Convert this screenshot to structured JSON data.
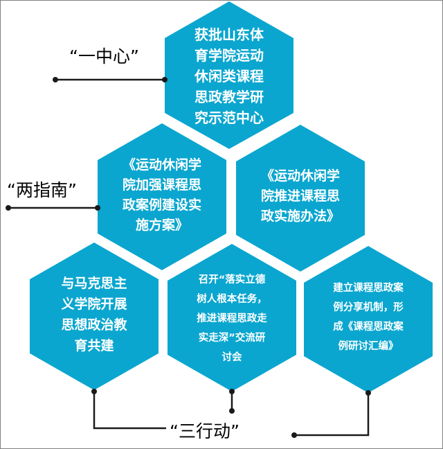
{
  "colors": {
    "hex_fill": "#0aa6cf",
    "line": "#1a1a1a",
    "text": "#ffffff"
  },
  "labels": {
    "one_center": "“一中心”",
    "two_guides": "“两指南”",
    "three_actions": "“三行动”"
  },
  "nodes": {
    "center": "获批山东体\n育学院运动\n休闲类课程\n思政教学研\n究示范中心",
    "guide_left": "《运动休闲学\n院加强课程思\n政案例建设实\n施方案》",
    "guide_right": "《运动休闲学\n院推进课程思\n政实施办法》",
    "action_left": "与马克思主\n义学院开展\n思想政治教\n育共建",
    "action_mid": "召开“落实立德\n树人根本任务，\n推进课程思政走\n实走深”交流研\n讨会",
    "action_right": "建立课程思政案\n例分享机制，形\n成《课程思政案\n例研讨汇编》"
  }
}
